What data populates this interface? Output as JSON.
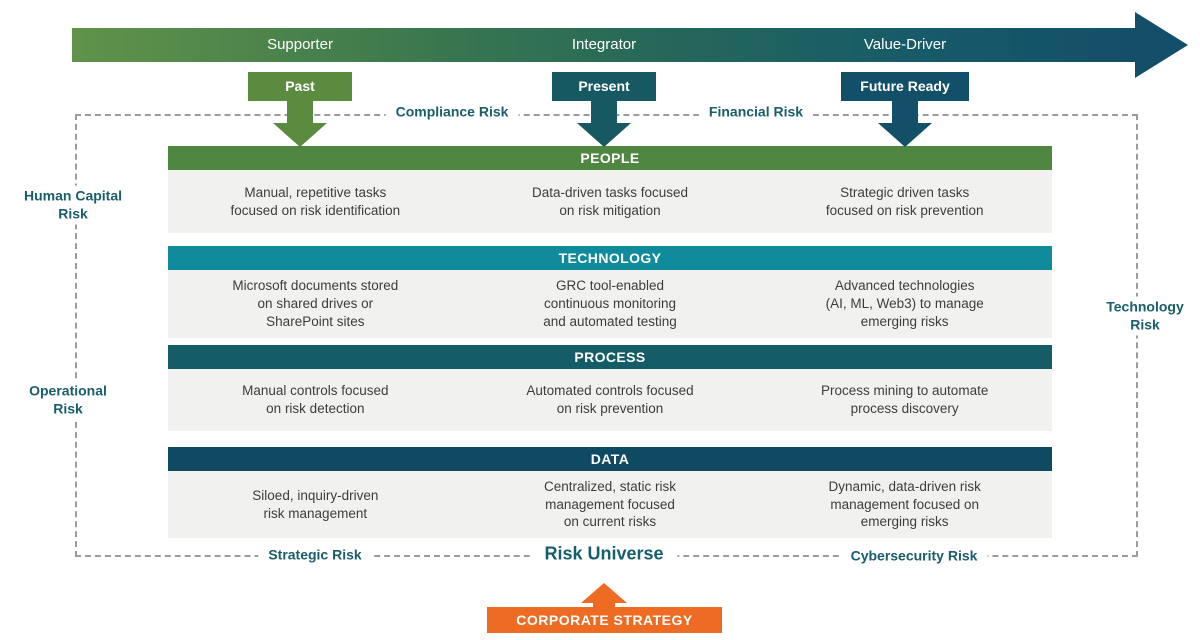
{
  "maturity_arrow": {
    "stages": [
      "Supporter",
      "Integrator",
      "Value-Driver"
    ]
  },
  "stage_badges": [
    {
      "label": "Past",
      "color": "#5b8b3f"
    },
    {
      "label": "Present",
      "color": "#175963"
    },
    {
      "label": "Future Ready",
      "color": "#124f68"
    }
  ],
  "risk_labels": {
    "compliance": "Compliance Risk",
    "financial": "Financial Risk",
    "human_capital": "Human Capital\nRisk",
    "operational": "Operational\nRisk",
    "technology": "Technology\nRisk",
    "strategic": "Strategic Risk",
    "cybersecurity": "Cybersecurity Risk",
    "risk_universe": "Risk Universe"
  },
  "rows": [
    {
      "title": "PEOPLE",
      "color": "#4f8742",
      "cells": [
        "Manual, repetitive tasks\nfocused on risk identification",
        "Data-driven tasks focused\non risk mitigation",
        "Strategic driven tasks\nfocused on risk prevention"
      ]
    },
    {
      "title": "TECHNOLOGY",
      "color": "#108b9c",
      "cells": [
        "Microsoft documents stored\non shared drives or\nSharePoint sites",
        "GRC tool-enabled\ncontinuous monitoring\nand automated testing",
        "Advanced technologies\n(AI, ML, Web3) to manage\nemerging risks"
      ]
    },
    {
      "title": "PROCESS",
      "color": "#155d66",
      "cells": [
        "Manual controls focused\non risk detection",
        "Automated controls focused\non risk prevention",
        "Process mining to automate\nprocess discovery"
      ]
    },
    {
      "title": "DATA",
      "color": "#0f4a63",
      "cells": [
        "Siloed, inquiry-driven\nrisk management",
        "Centralized, static risk\nmanagement focused\non current risks",
        "Dynamic, data-driven risk\nmanagement focused on\nemerging risks"
      ]
    }
  ],
  "bottom": {
    "corporate_strategy": "CORPORATE STRATEGY"
  },
  "colors": {
    "arrow_gradient_start": "#60934a",
    "arrow_gradient_end": "#134f68",
    "people_header": "#4f8742",
    "technology_header": "#108b9c",
    "process_header": "#155d66",
    "data_header": "#0f4a63",
    "row_body_bg": "#f1f1f0",
    "risk_text": "#1a5d6b",
    "orange_accent": "#ee6b23",
    "dashed_border": "#9c9c9c"
  }
}
